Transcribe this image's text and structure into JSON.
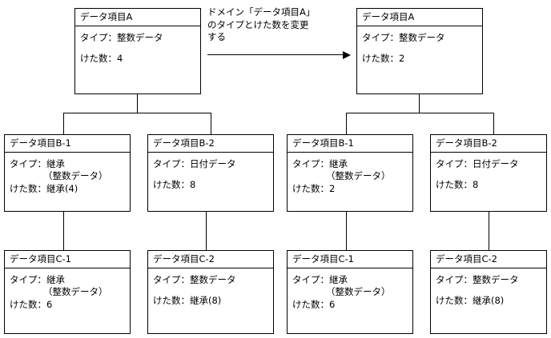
{
  "diagram": {
    "type": "two-state-domain-inheritance-tree",
    "annotation": {
      "text": "ドメイン「データ項目A」\nのタイプとけた数を変更\nする",
      "arrow": "right-arrow"
    },
    "before": {
      "root": {
        "title": "データ項目A",
        "lines": [
          "タイプ：整数データ",
          "けた数：4"
        ]
      },
      "level_b": [
        {
          "title": "データ項目B-1",
          "lines": [
            "タイプ：継承",
            "（整数データ）",
            "けた数：継承(4)"
          ]
        },
        {
          "title": "データ項目B-2",
          "lines": [
            "タイプ：日付データ",
            "けた数：8"
          ]
        }
      ],
      "level_c": [
        {
          "title": "データ項目C-1",
          "lines": [
            "タイプ：継承",
            "（整数データ）",
            "けた数：6"
          ]
        },
        {
          "title": "データ項目C-2",
          "lines": [
            "タイプ：整数データ",
            "けた数：継承(8)"
          ]
        }
      ]
    },
    "after": {
      "root": {
        "title": "データ項目A",
        "lines": [
          "タイプ：整数データ",
          "けた数：2"
        ]
      },
      "level_b": [
        {
          "title": "データ項目B-1",
          "lines": [
            "タイプ：継承",
            "（整数データ）",
            "けた数：2"
          ]
        },
        {
          "title": "データ項目B-2",
          "lines": [
            "タイプ：日付データ",
            "けた数：8"
          ]
        }
      ],
      "level_c": [
        {
          "title": "データ項目C-1",
          "lines": [
            "タイプ：継承",
            "（整数データ）",
            "けた数：6"
          ]
        },
        {
          "title": "データ項目C-2",
          "lines": [
            "タイプ：整数データ",
            "けた数：継承(8)"
          ]
        }
      ]
    },
    "colors": {
      "stroke": "#000000",
      "background": "#ffffff",
      "text": "#000000"
    }
  }
}
